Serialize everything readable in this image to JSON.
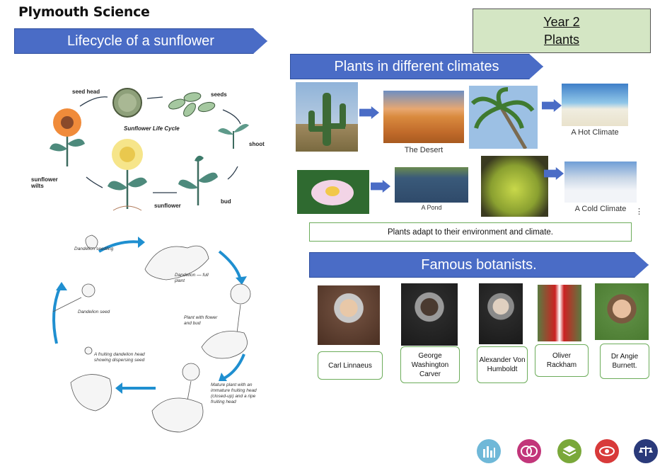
{
  "logo": {
    "text": "Plymouth Science"
  },
  "year_box": {
    "line1": "Year 2",
    "line2": "Plants"
  },
  "banners": {
    "lifecycle": "Lifecycle of a sunflower",
    "climates": "Plants in different climates",
    "botanists": "Famous botanists."
  },
  "sunflower_cycle": {
    "title": "Sunflower Life Cycle",
    "labels": {
      "seed_head": "seed head",
      "seeds": "seeds",
      "shoot": "shoot",
      "bud": "bud",
      "sunflower": "sunflower",
      "wilts": "sunflower wilts"
    }
  },
  "dandelion_cycle": {
    "labels": {
      "seedling": "Dandelion seedling",
      "full": "Dandelion — full plant",
      "seed": "Dandelion seed",
      "flower_bud": "Plant with flower and bud",
      "fruiting": "A fruiting dandelion head showing dispersing seed",
      "mature": "Mature plant with an immature fruiting head (closed-up) and a ripe fruiting head"
    }
  },
  "climates": {
    "desert": "The Desert",
    "hot": "A Hot Climate",
    "pond": "A Pond",
    "cold": "A Cold Climate"
  },
  "adapt_text": "Plants adapt to their environment and climate.",
  "botanists": [
    {
      "name": "Carl Linnaeus"
    },
    {
      "name": "George Washington Carver"
    },
    {
      "name": "Alexander Von Humboldt"
    },
    {
      "name": "Oliver Rackham"
    },
    {
      "name": "Dr Angie Burnett."
    }
  ],
  "colors": {
    "banner": "#4a6cc6",
    "year_box": "#d4e6c4",
    "box_border": "#6cac5a"
  }
}
